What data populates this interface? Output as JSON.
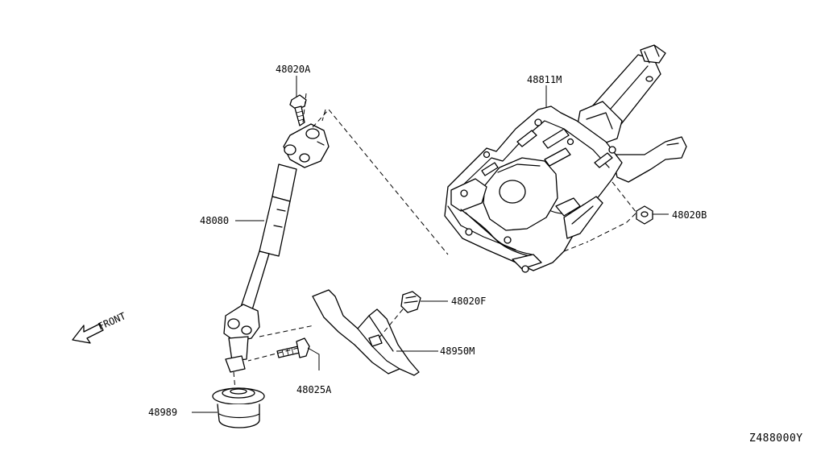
{
  "diagram": {
    "reference": "Z488000Y",
    "direction_label": "FRONT",
    "callouts": [
      {
        "id": "48020A",
        "label": "48020A"
      },
      {
        "id": "48811M",
        "label": "48811M"
      },
      {
        "id": "48080",
        "label": "48080"
      },
      {
        "id": "48020B",
        "label": "48020B"
      },
      {
        "id": "48020F",
        "label": "48020F"
      },
      {
        "id": "48950M",
        "label": "48950M"
      },
      {
        "id": "48025A",
        "label": "48025A"
      },
      {
        "id": "48989",
        "label": "48989"
      }
    ]
  }
}
